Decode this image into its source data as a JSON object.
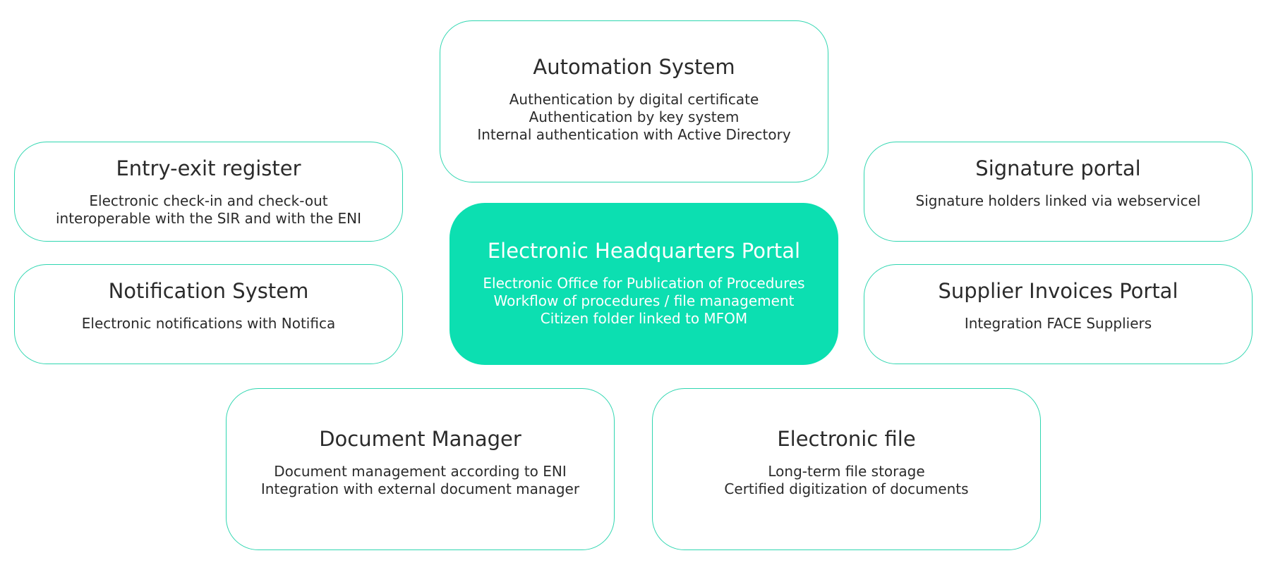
{
  "nodes": {
    "automation": {
      "title": "Automation System",
      "lines": [
        "Authentication by digital certificate",
        "Authentication by key system",
        "Internal authentication with Active Directory"
      ]
    },
    "entry_exit": {
      "title": "Entry-exit register",
      "lines": [
        "Electronic check-in and check-out",
        "interoperable with the SIR and with the ENI"
      ]
    },
    "signature": {
      "title": "Signature portal",
      "lines": [
        "Signature holders linked via webservicel"
      ]
    },
    "headquarters": {
      "title": "Electronic Headquarters Portal",
      "lines": [
        "Electronic Office for Publication of Procedures",
        "Workflow of procedures / file management",
        "Citizen folder linked to MFOM"
      ]
    },
    "notification": {
      "title": "Notification System",
      "lines": [
        "Electronic notifications with Notifica"
      ]
    },
    "supplier_invoices": {
      "title": "Supplier Invoices Portal",
      "lines": [
        "Integration FACE Suppliers"
      ]
    },
    "document_manager": {
      "title": "Document Manager",
      "lines": [
        "Document management according to ENI",
        "Integration with external document manager"
      ]
    },
    "electronic_file": {
      "title": "Electronic file",
      "lines": [
        "Long-term file storage",
        "Certified digitization of documents"
      ]
    }
  },
  "colors": {
    "accent": "#0cdfb1",
    "border": "#2fd6b0",
    "text": "#2b2b2b"
  }
}
